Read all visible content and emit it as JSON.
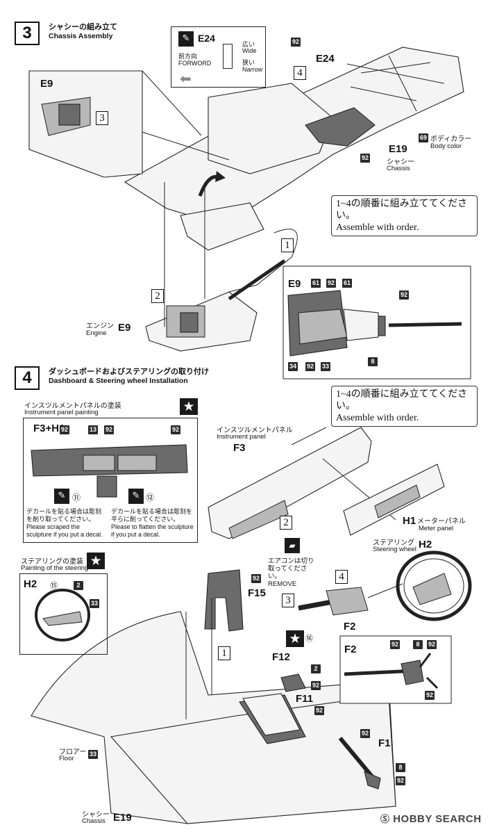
{
  "step3": {
    "number": "3",
    "title_jp": "シャシーの組み立て",
    "title_en": "Chassis Assembly",
    "e24_box": {
      "code": "E24",
      "forward_jp": "前方向",
      "forward_en": "FORWORD",
      "wide_jp": "広い",
      "wide_en": "Wide",
      "narrow_jp": "狭い",
      "narrow_en": "Narrow"
    },
    "labels": {
      "e24": "E24",
      "e9_top": "E9",
      "e19": "E19",
      "e19_jp": "シャシー",
      "e19_en": "Chassis",
      "body_color_jp": "ボディカラー",
      "body_color_en": "Body color",
      "engine_jp": "エンジン",
      "engine_en": "Engine",
      "e9_engine": "E9",
      "e9_detail": "E9"
    },
    "steps": [
      "1",
      "2",
      "3",
      "4"
    ],
    "order_jp": "1~4の順番に組み立ててください。",
    "order_en": "Assemble with order.",
    "badges": {
      "b92": "92",
      "b69": "69",
      "b61": "61",
      "b34": "34",
      "b33": "33",
      "b8": "8"
    }
  },
  "step4": {
    "number": "4",
    "title_jp": "ダッシュボードおよびステアリングの取り付け",
    "title_en": "Dashboard & Steering wheel Installation",
    "order_jp": "1~4の順番に組み立ててください。",
    "order_en": "Assemble with order.",
    "panel_box": {
      "title_jp": "インスツルメントパネルの塗装",
      "title_en": "Instrument panel painting",
      "code": "F3+H1",
      "note11_jp": "デカールを貼る場合は彫刻を削り取ってください。",
      "note11_en": "Please scraped the sculpture if you put a decal.",
      "note12_jp": "デカールを貼る場合は彫刻を平らに削ってください。",
      "note12_en": "Please to flatten the sculpture if you put a decal.",
      "mark11": "⑪",
      "mark12": "⑫",
      "b92": "92",
      "b13": "13"
    },
    "steering_box": {
      "title_jp": "ステアリングの塗装",
      "title_en": "Painting of the steering",
      "code": "H2",
      "mark15": "⑮",
      "b2": "2",
      "b33": "33"
    },
    "labels": {
      "f3": "F3",
      "f3_jp": "インスツルメントパネル",
      "f3_en": "Instrument panel",
      "h1": "H1",
      "h1_jp": "メーターパネル",
      "h1_en": "Meter panel",
      "h2": "H2",
      "h2_jp": "ステアリング",
      "h2_en": "Steering wheel",
      "aircon_jp": "エアコンは切り取ってください。",
      "aircon_en": "REMOVE",
      "f15": "F15",
      "f2": "F2",
      "f2_box": "F2",
      "f12": "F12",
      "f11": "F11",
      "f1": "F1",
      "floor_jp": "フロアー",
      "floor_en": "Floor",
      "e19": "E19",
      "chassis_jp": "シャシー",
      "chassis_en": "Chassis",
      "mark16": "⑯"
    },
    "badges": {
      "b92": "92",
      "b2": "2",
      "b8": "8",
      "b33": "33"
    }
  },
  "watermark": "HOBBY SEARCH"
}
